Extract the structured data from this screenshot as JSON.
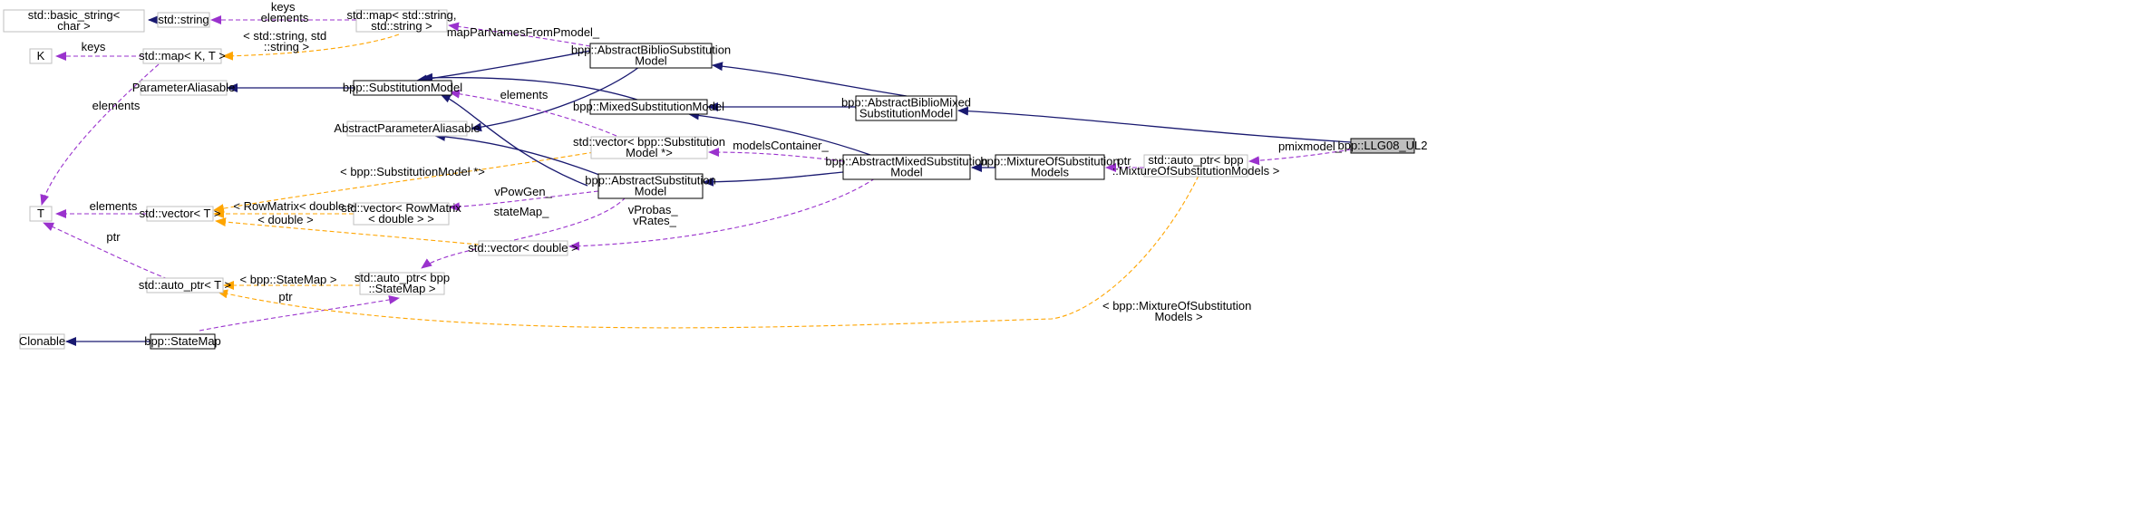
{
  "colors": {
    "inherit_edge": "#191970",
    "member_edge": "#9a32cd",
    "template_edge": "#ffa500",
    "gray_border": "#bfbfbf",
    "black_border": "#000000",
    "highlight_fill": "#bfbfbf",
    "node_fill": "#ffffff"
  },
  "nodes": [
    {
      "id": "basic_string",
      "lines": [
        "std::basic_string<",
        "char >"
      ],
      "style": "gray"
    },
    {
      "id": "std_string",
      "lines": [
        "std::string"
      ],
      "style": "gray"
    },
    {
      "id": "map_ss",
      "lines": [
        "std::map< std::string,",
        "std::string >"
      ],
      "style": "gray"
    },
    {
      "id": "K",
      "lines": [
        "K"
      ],
      "style": "gray"
    },
    {
      "id": "map_KT",
      "lines": [
        "std::map< K, T >"
      ],
      "style": "gray"
    },
    {
      "id": "ParameterAliasable",
      "lines": [
        "ParameterAliasable"
      ],
      "style": "gray"
    },
    {
      "id": "AbstractParameterAliasable",
      "lines": [
        "AbstractParameterAliasable"
      ],
      "style": "gray"
    },
    {
      "id": "T",
      "lines": [
        "T"
      ],
      "style": "gray"
    },
    {
      "id": "vector_T",
      "lines": [
        "std::vector< T >"
      ],
      "style": "gray"
    },
    {
      "id": "auto_ptr_T",
      "lines": [
        "std::auto_ptr< T >"
      ],
      "style": "gray"
    },
    {
      "id": "Clonable",
      "lines": [
        "Clonable"
      ],
      "style": "gray"
    },
    {
      "id": "StateMap",
      "lines": [
        "bpp::StateMap"
      ],
      "style": "black"
    },
    {
      "id": "auto_ptr_StateMap",
      "lines": [
        "std::auto_ptr< bpp",
        "::StateMap >"
      ],
      "style": "gray"
    },
    {
      "id": "vector_RowMatrix",
      "lines": [
        "std::vector< RowMatrix",
        "< double > >"
      ],
      "style": "gray"
    },
    {
      "id": "vector_double",
      "lines": [
        "std::vector< double >"
      ],
      "style": "gray"
    },
    {
      "id": "SubstitutionModel",
      "lines": [
        "bpp::SubstitutionModel"
      ],
      "style": "black"
    },
    {
      "id": "vector_SubstModelPtr",
      "lines": [
        "std::vector< bpp::Substitution",
        "Model *>"
      ],
      "style": "gray"
    },
    {
      "id": "AbstractBiblioSubstitutionModel",
      "lines": [
        "bpp::AbstractBiblioSubstitution",
        "Model"
      ],
      "style": "black"
    },
    {
      "id": "MixedSubstitutionModel",
      "lines": [
        "bpp::MixedSubstitutionModel"
      ],
      "style": "black"
    },
    {
      "id": "AbstractSubstitutionModel",
      "lines": [
        "bpp::AbstractSubstitution",
        "Model"
      ],
      "style": "black"
    },
    {
      "id": "AbstractBiblioMixedSubstitutionModel",
      "lines": [
        "bpp::AbstractBiblioMixed",
        "SubstitutionModel"
      ],
      "style": "black"
    },
    {
      "id": "AbstractMixedSubstitutionModel",
      "lines": [
        "bpp::AbstractMixedSubstitution",
        "Model"
      ],
      "style": "black"
    },
    {
      "id": "MixtureOfSubstitutionModels",
      "lines": [
        "bpp::MixtureOfSubstitution",
        "Models"
      ],
      "style": "black"
    },
    {
      "id": "auto_ptr_Mixture",
      "lines": [
        "std::auto_ptr< bpp",
        "::MixtureOfSubstitutionModels >"
      ],
      "style": "gray"
    },
    {
      "id": "LLG08_UL2",
      "lines": [
        "bpp::LLG08_UL2"
      ],
      "style": "highlight"
    }
  ],
  "edge_labels": [
    {
      "id": "keys_elements",
      "lines": [
        "keys",
        "elements"
      ]
    },
    {
      "id": "map_string_tmpl",
      "lines": [
        "< std::string, std",
        "::string >"
      ]
    },
    {
      "id": "mapParNamesFromPmodel",
      "lines": [
        "mapParNamesFromPmodel_"
      ]
    },
    {
      "id": "keys",
      "lines": [
        "keys"
      ]
    },
    {
      "id": "elements_mapKT",
      "lines": [
        "elements"
      ]
    },
    {
      "id": "elements_vecsm",
      "lines": [
        "elements"
      ]
    },
    {
      "id": "subst_model_ptr_tmpl",
      "lines": [
        "< bpp::SubstitutionModel *>"
      ]
    },
    {
      "id": "modelsContainer",
      "lines": [
        "modelsContainer_"
      ]
    },
    {
      "id": "elements_vecT",
      "lines": [
        "elements"
      ]
    },
    {
      "id": "rowmatrix_tmpl",
      "lines": [
        "< RowMatrix< double > >"
      ]
    },
    {
      "id": "double_tmpl",
      "lines": [
        "< double >"
      ]
    },
    {
      "id": "vPowGen",
      "lines": [
        "vPowGen_"
      ]
    },
    {
      "id": "stateMap",
      "lines": [
        "stateMap_"
      ]
    },
    {
      "id": "vProbas_vRates",
      "lines": [
        "vProbas_",
        "vRates_"
      ]
    },
    {
      "id": "ptr_auto_ptr_T",
      "lines": [
        "ptr"
      ]
    },
    {
      "id": "statemap_tmpl",
      "lines": [
        "< bpp::StateMap >"
      ]
    },
    {
      "id": "ptr_statemap",
      "lines": [
        "ptr"
      ]
    },
    {
      "id": "ptr_mixture",
      "lines": [
        "ptr"
      ]
    },
    {
      "id": "pmixmodel",
      "lines": [
        "pmixmodel_"
      ]
    },
    {
      "id": "mixture_tmpl",
      "lines": [
        "< bpp::MixtureOfSubstitution",
        "Models >"
      ]
    }
  ]
}
